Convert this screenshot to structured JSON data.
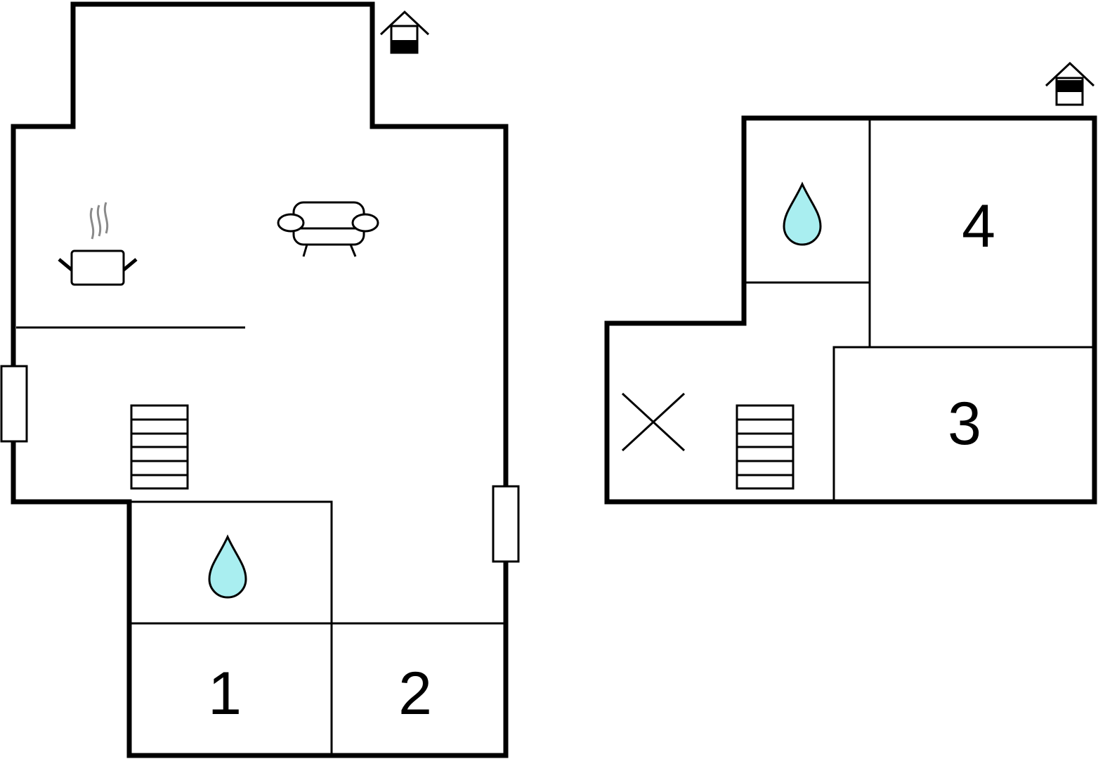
{
  "colors": {
    "wall": "#000000",
    "background": "#ffffff",
    "water_drop": "#a9eef0",
    "steam": "#8a8a8a"
  },
  "floor_ground": {
    "rooms": [
      {
        "label": "1"
      },
      {
        "label": "2"
      }
    ],
    "icons": [
      "house-entrance-icon",
      "cooking-pot-icon",
      "sofa-icon",
      "staircase-icon",
      "water-drop-icon",
      "window-icon"
    ]
  },
  "floor_upper": {
    "rooms": [
      {
        "label": "3"
      },
      {
        "label": "4"
      }
    ],
    "icons": [
      "house-entrance-icon",
      "water-drop-icon",
      "open-to-below-icon",
      "staircase-icon"
    ]
  }
}
